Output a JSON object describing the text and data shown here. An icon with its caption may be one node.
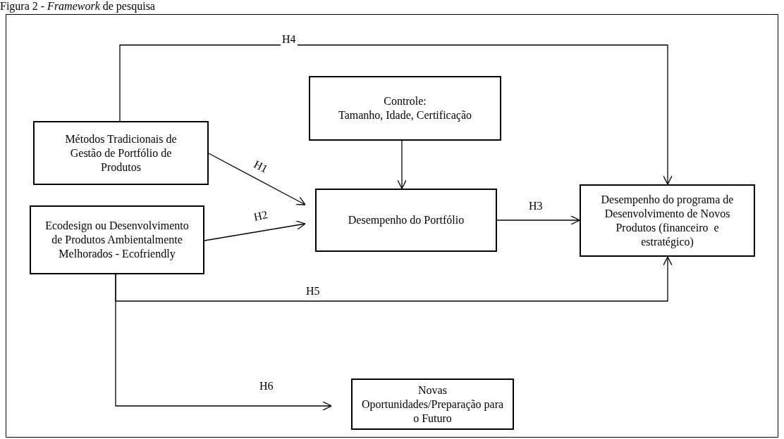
{
  "diagram": {
    "title": "Figura 2 - *Framework* de pesquisa",
    "nodes": [
      {
        "text": [
          "Métodos Tradicionais de Gestão de Portfólio de Produtos"
        ]
      },
      {
        "text": [
          "Ecodesign ou Desenvolvimento de Produtos Ambientalmente Melhorados - Ecofriendly"
        ]
      },
      {
        "text": [
          "Controle:",
          "Tamanho, Idade, Certificação"
        ]
      },
      {
        "text": [
          "Desempenho do Portfólio"
        ]
      },
      {
        "text": [
          "Desempenho do programa de Desenvolvimento de Novos Produtos (financeiro  e estratégico)"
        ]
      },
      {
        "text": [
          "Novas Oportunidades/Preparação para o Futuro"
        ]
      }
    ],
    "edges": [
      {
        "from": 0,
        "to": 4,
        "arrow": "to",
        "label": "H4"
      },
      {
        "from": 2,
        "to": 3,
        "arrow": "to"
      },
      {
        "from": 0,
        "to": 3,
        "arrow": "to",
        "label": "H1"
      },
      {
        "from": 1,
        "to": 3,
        "arrow": "to",
        "label": "H2"
      },
      {
        "from": 3,
        "to": 4,
        "arrow": "to",
        "label": "H3"
      },
      {
        "from": 1,
        "to": 4,
        "arrow": "to",
        "label": "H5"
      },
      {
        "from": 1,
        "to": 5,
        "arrow": "to",
        "label": "H6"
      }
    ]
  }
}
